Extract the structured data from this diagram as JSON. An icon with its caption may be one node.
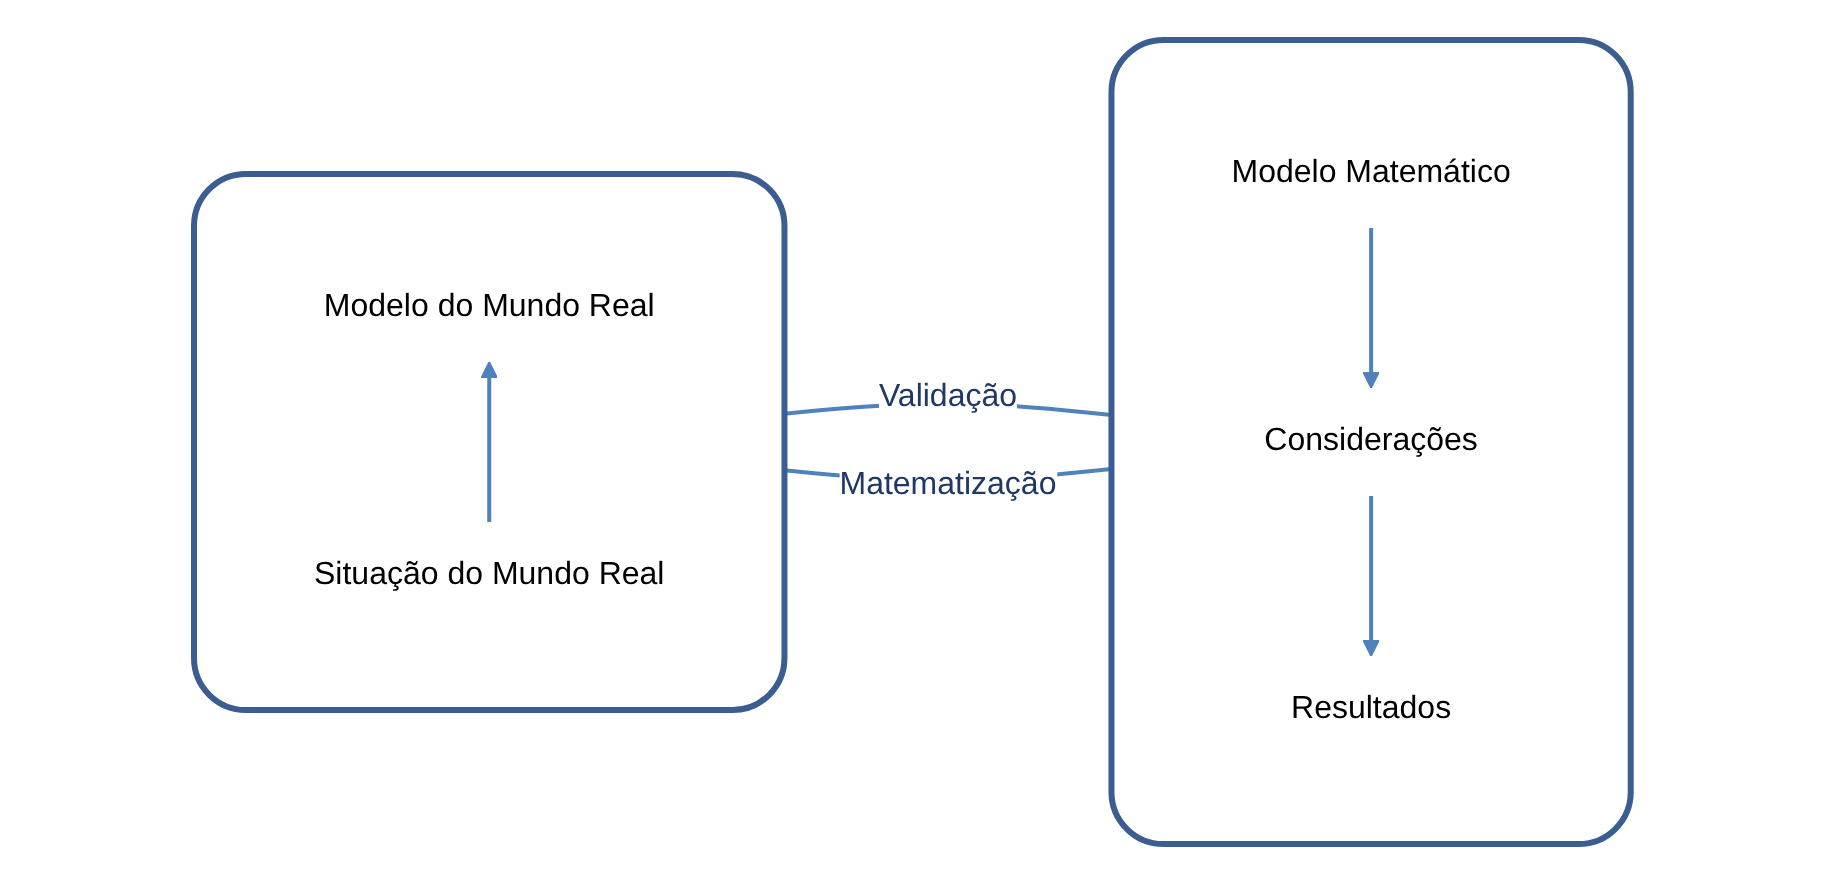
{
  "diagram": {
    "nodes": [
      {
        "text": [],
        "shape": "box"
      },
      {
        "text": [
          "Modelo do Mundo Real"
        ],
        "in": 0
      },
      {
        "text": [
          "Situação do Mundo Real"
        ],
        "in": 0
      },
      {
        "text": [],
        "shape": "box"
      },
      {
        "text": [
          "Modelo Matemático"
        ],
        "in": 3
      },
      {
        "text": [
          "Considerações"
        ],
        "in": 3
      },
      {
        "text": [
          "Resultados"
        ],
        "in": 3
      }
    ],
    "edges": [
      {
        "from": 2,
        "to": 1,
        "arrow": "to"
      },
      {
        "from": 4,
        "to": 5,
        "arrow": "to"
      },
      {
        "from": 5,
        "to": 6,
        "arrow": "to"
      },
      {
        "from": 0,
        "to": 3,
        "arrow": "none",
        "label": "Matematização"
      },
      {
        "from": 3,
        "to": 0,
        "arrow": "none",
        "label": "Validação"
      }
    ]
  }
}
